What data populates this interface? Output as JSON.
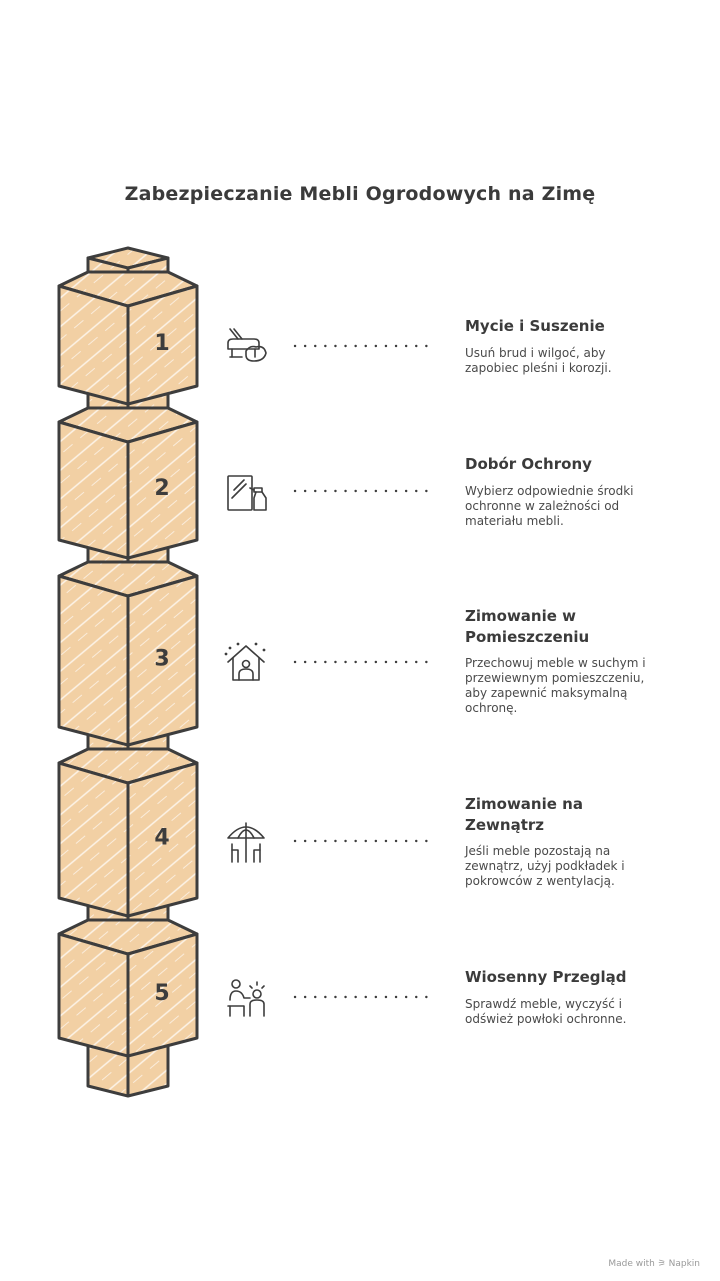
{
  "title": "Zabezpieczanie Mebli Ogrodowych na Zimę",
  "steps": [
    {
      "number": "1",
      "title": "Mycie i Suszenie",
      "description": "Usuń brud i wilgoć, aby zapobiec pleśni i korozji.",
      "icon": "sofa-cleaning-icon"
    },
    {
      "number": "2",
      "title": "Dobór Ochrony",
      "description": "Wybierz odpowiednie środki ochronne w zależności od materiału mebli.",
      "icon": "spray-bottle-icon"
    },
    {
      "number": "3",
      "title": "Zimowanie w Pomieszczeniu",
      "description": "Przechowuj meble w suchym i przewiewnym pomieszczeniu, aby zapewnić maksymalną ochronę.",
      "icon": "house-person-icon"
    },
    {
      "number": "4",
      "title": "Zimowanie na Zewnątrz",
      "description": "Jeśli meble pozostają na zewnątrz, użyj podkładek i pokrowców z wentylacją.",
      "icon": "patio-umbrella-icon"
    },
    {
      "number": "5",
      "title": "Wiosenny Przegląd",
      "description": "Sprawdź meble, wyczyść i odśwież powłoki ochronne.",
      "icon": "person-inspecting-icon"
    }
  ],
  "footer": "Made with ⚞ Napkin",
  "colors": {
    "box_fill": "#f2d0a4",
    "stroke": "#3d3d3d",
    "text": "#3b3b3b"
  }
}
